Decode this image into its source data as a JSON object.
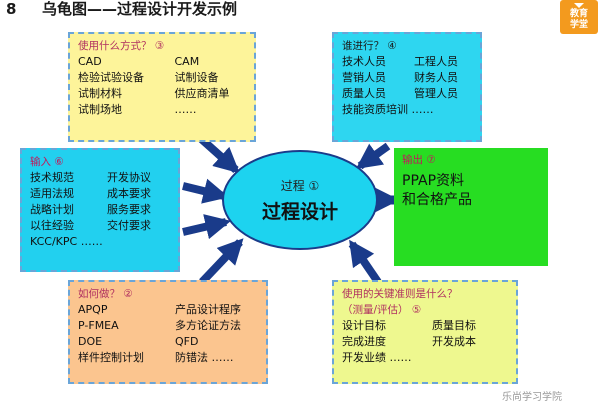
{
  "header": {
    "number": "8",
    "title": "乌龟图——过程设计开发示例",
    "badge_line1": "教育",
    "badge_line2": "学堂"
  },
  "center": {
    "sub": "过程 ①",
    "main": "过程设计"
  },
  "how_method": {
    "heading": "使用什么方式？ ③",
    "items": [
      "CAD",
      "CAM",
      "检验试验设备",
      "试制设备",
      "试制材料",
      "供应商清单",
      "试制场地",
      "……"
    ]
  },
  "who": {
    "heading": "谁进行？ ④",
    "items": [
      "技术人员",
      "工程人员",
      "营销人员",
      "财务人员",
      "质量人员",
      "管理人员"
    ],
    "footer": "技能资质培训 ……"
  },
  "input": {
    "heading": "输入 ⑥",
    "items": [
      "技术规范",
      "开发协议",
      "适用法规",
      "成本要求",
      "战略计划",
      "服务要求",
      "以往经验",
      "交付要求"
    ],
    "footer": "KCC/KPC ……"
  },
  "output": {
    "heading": "输出 ⑦",
    "line1": "PPAP资料",
    "line2": "和合格产品"
  },
  "how_do": {
    "heading": "如何做？ ②",
    "items": [
      "APQP",
      "产品设计程序",
      "P-FMEA",
      "多方论证方法",
      "DOE",
      "QFD",
      "样件控制计划",
      "防错法 ……"
    ]
  },
  "criteria": {
    "heading": "使用的关键准则是什么？",
    "heading2": "（测量/评估） ⑤",
    "items": [
      "设计目标",
      "质量目标",
      "完成进度",
      "开发成本"
    ],
    "footer": "开发业绩 ……"
  },
  "watermark": "乐尚学习学院",
  "colors": {
    "arrow": "#1a3b8a",
    "ellipse": "#1dd3ef",
    "output_box": "#27dd22",
    "badge": "#f39a1e"
  }
}
